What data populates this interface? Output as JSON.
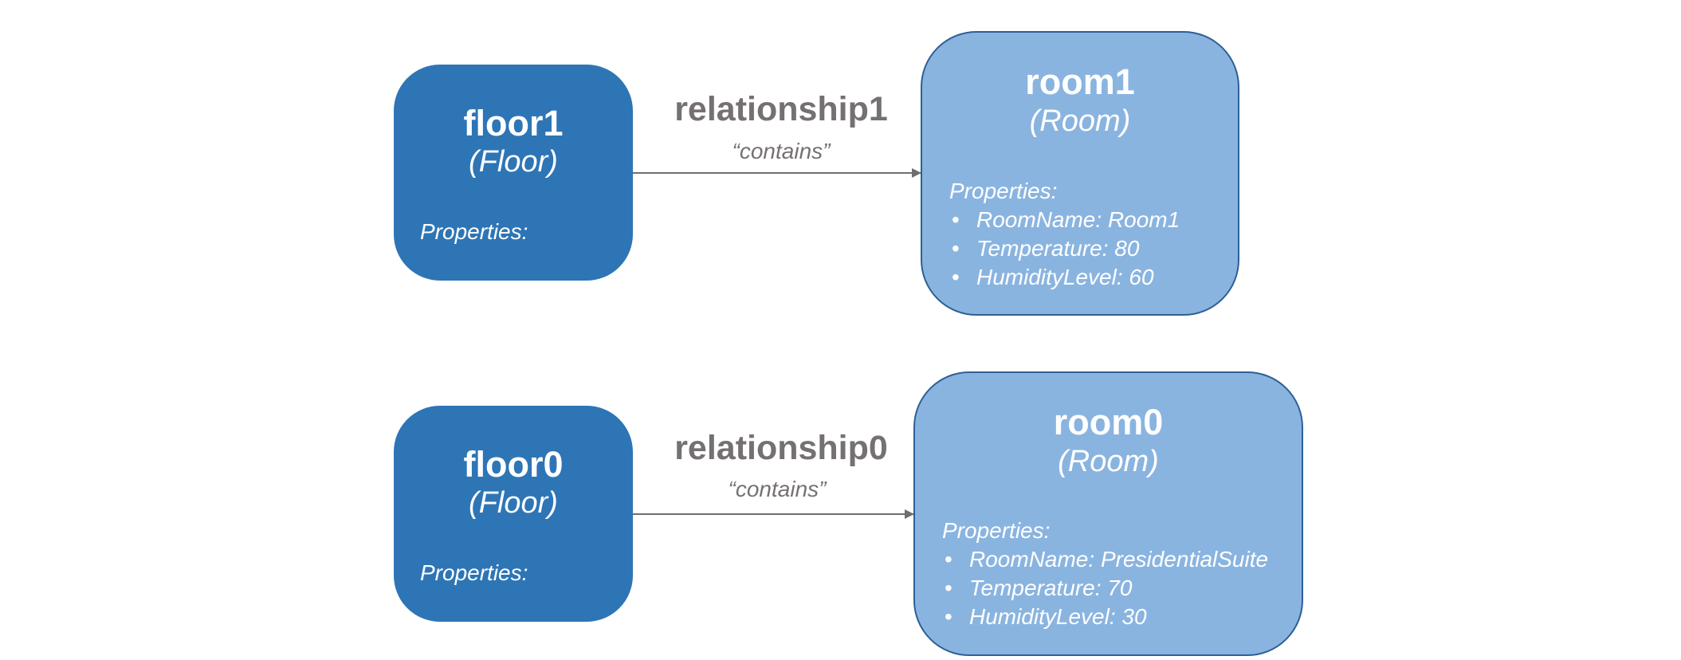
{
  "colors": {
    "floor_fill": "#2e75b6",
    "room_fill": "#8ab4e0",
    "room_border": "#2e5f95",
    "relationship_text": "#767171",
    "arrow": "#6e6e6e"
  },
  "pairs": [
    {
      "floor": {
        "name": "floor1",
        "type": "(Floor)",
        "properties_label": "Properties:"
      },
      "relationship": {
        "name": "relationship1",
        "type": "“contains”"
      },
      "room": {
        "name": "room1",
        "type": "(Room)",
        "properties_label": "Properties:",
        "properties": [
          "RoomName: Room1",
          "Temperature: 80",
          "HumidityLevel: 60"
        ]
      }
    },
    {
      "floor": {
        "name": "floor0",
        "type": "(Floor)",
        "properties_label": "Properties:"
      },
      "relationship": {
        "name": "relationship0",
        "type": "“contains”"
      },
      "room": {
        "name": "room0",
        "type": "(Room)",
        "properties_label": "Properties:",
        "properties": [
          "RoomName: PresidentialSuite",
          "Temperature: 70",
          "HumidityLevel: 30"
        ]
      }
    }
  ]
}
